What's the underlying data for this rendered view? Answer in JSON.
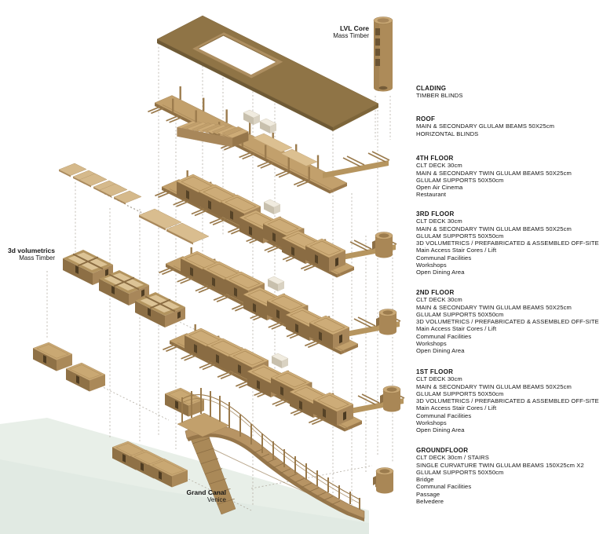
{
  "palette": {
    "wood": "#b08d58",
    "wood_dark": "#8f7446",
    "wood_light": "#cdac78",
    "roof_slab": "#8f7446",
    "text": "#161616",
    "canal": "#e8efe8"
  },
  "labels": {
    "lvl_core": {
      "title": "LVL Core",
      "subtitle": "Mass Timber"
    },
    "volumetrics": {
      "title": "3d volumetrics",
      "subtitle": "Mass Timber"
    },
    "canal": {
      "title": "Grand Canal",
      "subtitle": "Venice"
    }
  },
  "legend": [
    {
      "id": "clading",
      "title": "CLADING",
      "lines": [
        "TIMBER BLINDS"
      ]
    },
    {
      "id": "roof",
      "title": "ROOF",
      "lines": [
        "MAIN & SECONDARY GLULAM BEAMS 50X25cm",
        "HORIZONTAL BLINDS"
      ]
    },
    {
      "id": "floor-4",
      "title": "4TH FLOOR",
      "lines": [
        "CLT DECK 30cm",
        "MAIN & SECONDARY TWIN GLULAM BEAMS 50X25cm",
        "GLULAM SUPPORTS 50X50cm",
        "Open Air Cinema",
        "Restaurant"
      ]
    },
    {
      "id": "floor-3",
      "title": "3RD FLOOR",
      "lines": [
        "CLT DECK 30cm",
        "MAIN & SECONDARY TWIN GLULAM BEAMS 50X25cm",
        "GLULAM SUPPORTS 50X50cm",
        "3D VOLUMETRICS / PREFABRICATED & ASSEMBLED OFF-SITE",
        "Main Access Stair Cores / Lift",
        "Communal Facilities",
        "Workshops",
        "Open Dining Area"
      ]
    },
    {
      "id": "floor-2",
      "title": "2ND FLOOR",
      "lines": [
        "CLT DECK 30cm",
        "MAIN & SECONDARY TWIN GLULAM BEAMS 50X25cm",
        "GLULAM SUPPORTS 50X50cm",
        "3D VOLUMETRICS / PREFABRICATED & ASSEMBLED OFF-SITE",
        "Main Access Stair Cores / Lift",
        "Communal Facilities",
        "Workshops",
        "Open Dining Area"
      ]
    },
    {
      "id": "floor-1",
      "title": "1ST FLOOR",
      "lines": [
        "CLT DECK 30cm",
        "MAIN & SECONDARY TWIN GLULAM BEAMS 50X25cm",
        "GLULAM SUPPORTS 50X50cm",
        "3D VOLUMETRICS / PREFABRICATED & ASSEMBLED OFF-SITE",
        "Main Access Stair Cores / Lift",
        "Communal Facilities",
        "Workshops",
        "Open Dining Area"
      ]
    },
    {
      "id": "groundfloor",
      "title": "GROUNDFLOOR",
      "lines": [
        "CLT DECK 30cm / STAIRS",
        "SINGLE CURVATURE TWIN GLULAM BEAMS 150X25cm X2",
        "GLULAM SUPPORTS 50X50cm",
        "Bridge",
        "Communal Facilities",
        "Passage",
        "Belvedere"
      ]
    }
  ]
}
